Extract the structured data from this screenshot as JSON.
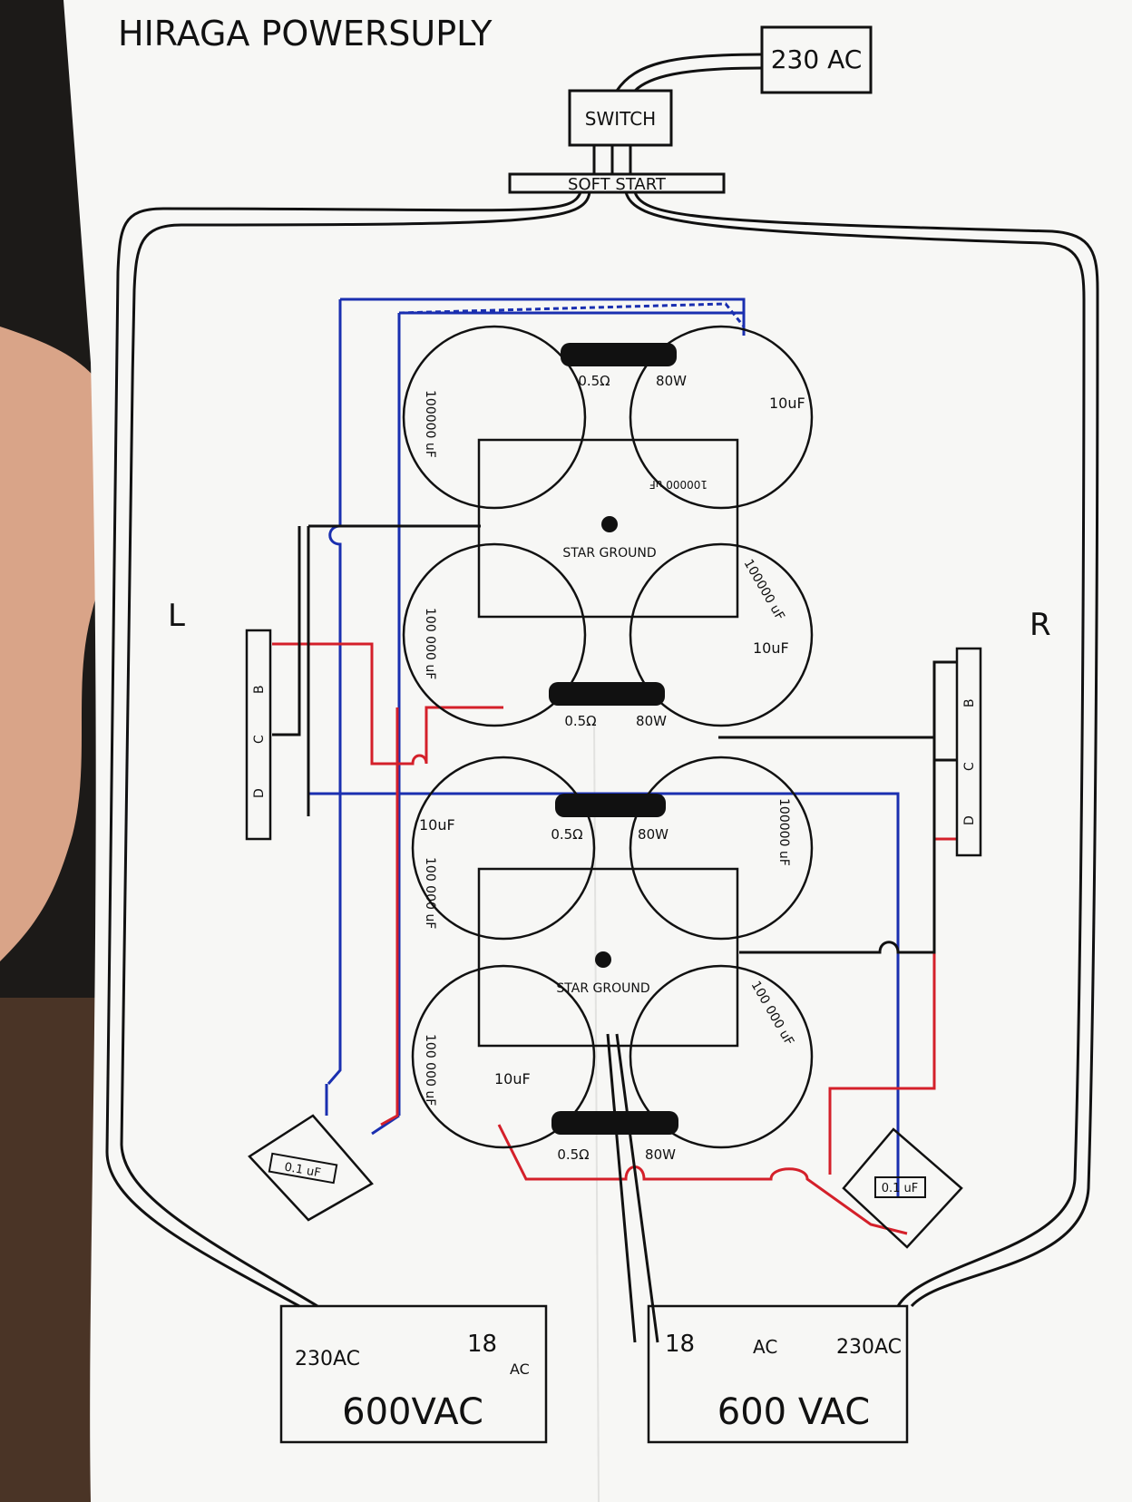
{
  "title": "HIRAGA POWERSUPLY",
  "mains": {
    "label": "230 AC"
  },
  "switch": {
    "label": "SWITCH"
  },
  "soft_start": {
    "label": "SOFT START"
  },
  "side_labels": {
    "left": "L",
    "right": "R"
  },
  "colors": {
    "positive": "#d4202a",
    "negative": "#1a2fb0",
    "ground": "#111111",
    "paper": "#f7f7f5",
    "background": "#1c1a18"
  },
  "upper_bank": {
    "caps": {
      "tl": "100000 uF",
      "tr": "100000 uF",
      "bl": "100 000 uF",
      "br": "100000 uF"
    },
    "resistor_top": {
      "value": "0.5Ω",
      "power": "80W"
    },
    "resistor_bottom": {
      "value": "0.5Ω",
      "power": "80W"
    },
    "bypass_top": "10uF",
    "bypass_bottom": "10uF",
    "star": "STAR GROUND"
  },
  "lower_bank": {
    "caps": {
      "tl": "100 000 uF",
      "tr": "100000 uF",
      "bl": "100 000 uF",
      "br": "100 000 uF"
    },
    "resistor_top": {
      "value": "0.5Ω",
      "power": "80W"
    },
    "resistor_bottom": {
      "value": "0.5Ω",
      "power": "80W"
    },
    "bypass_top": "10uF",
    "bypass_bottom": "10uF",
    "star": "STAR GROUND"
  },
  "connector_pins": [
    "B",
    "C",
    "D"
  ],
  "bridges": {
    "left_cap": "0.1 uF",
    "right_cap": "0.1 uF"
  },
  "transformers": [
    {
      "primary": "230AC",
      "secondary": "18",
      "secondary_suffix": "AC",
      "rating": "600VAC"
    },
    {
      "primary": "230AC",
      "secondary": "18",
      "secondary_suffix": "AC",
      "rating": "600 VAC"
    }
  ]
}
